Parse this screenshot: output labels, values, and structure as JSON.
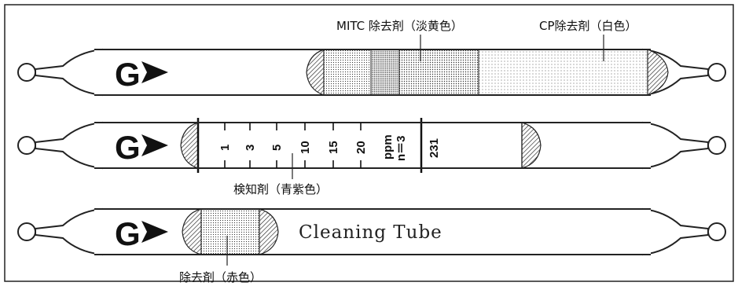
{
  "labels": {
    "mitc_remover": "MITC 除去剤（淡黄色）",
    "cp_remover": "CP除去剤（白色）",
    "detecting_agent": "検知剤（青紫色）",
    "remover_red": "除去剤（赤色）"
  },
  "tube1": {
    "logo": "G"
  },
  "tube2": {
    "logo": "G",
    "scale_marks": [
      "1",
      "3",
      "5",
      "10",
      "15",
      "20"
    ],
    "unit": "ppm",
    "n_value": "n＝3",
    "tube_number": "231"
  },
  "tube3": {
    "logo": "G",
    "name": "Cleaning Tube"
  }
}
